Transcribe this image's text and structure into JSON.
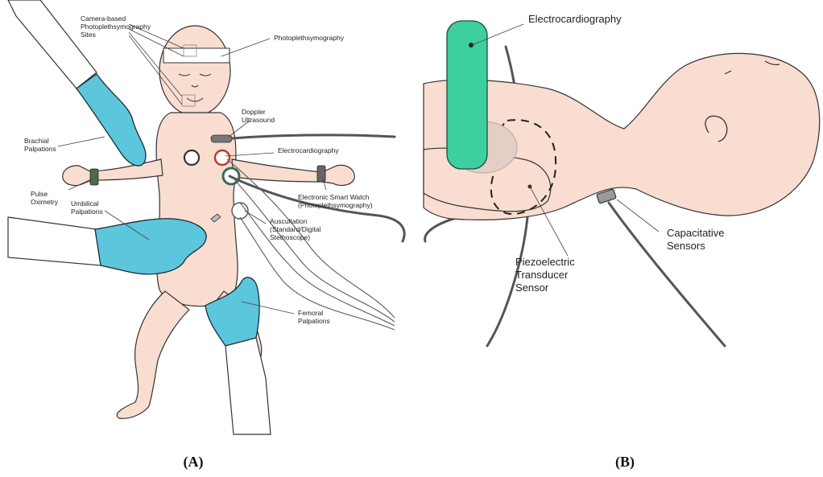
{
  "panel_a": {
    "letter": "(A)",
    "labels": {
      "camera_ppg_1": "Camera-based",
      "camera_ppg_2": "Photoplethsymography",
      "camera_ppg_3": "Sites",
      "ppg": "Photoplethsymography",
      "doppler_1": "Doppler",
      "doppler_2": "Ultrasound",
      "brachial_1": "Brachial",
      "brachial_2": "Palpations",
      "ecg": "Electrocardiography",
      "watch_1": "Electronic Smart Watch",
      "watch_2": "(Photoplethsymography)",
      "pulse_ox_1": "Pulse",
      "pulse_ox_2": "Oximetry",
      "umbilical_1": "Umbilical",
      "umbilical_2": "Palpations",
      "auscultation_1": "Auscultation",
      "auscultation_2": "(Standard/Digital",
      "auscultation_3": "Stethoscope)",
      "femoral_1": "Femoral",
      "femoral_2": "Palpations"
    }
  },
  "panel_b": {
    "letter": "(B)",
    "labels": {
      "ecg": "Electrocardiography",
      "capacitive_1": "Capacitative",
      "capacitive_2": "Sensors",
      "piezo_1": "Piezoelectric",
      "piezo_2": "Transducer",
      "piezo_3": "Sensor"
    }
  },
  "colors": {
    "skin": "#f8ddd0",
    "glove": "#5cc6dc",
    "ecg_pad": "#3ecf9e",
    "ecg_electrode_ring": "#c0392b",
    "wire": "#555555"
  }
}
